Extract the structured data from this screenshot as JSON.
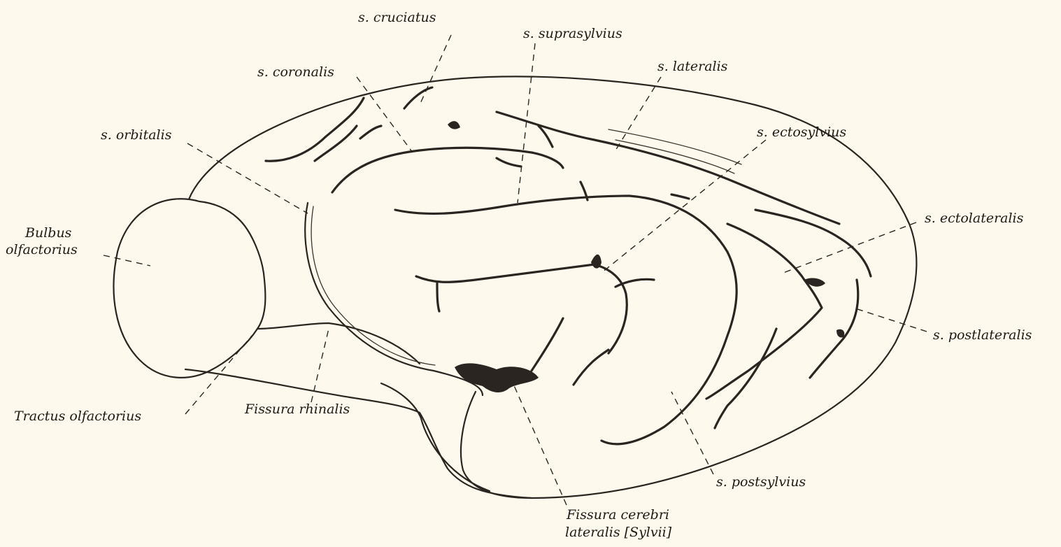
{
  "labels": {
    "cruciatus": "s. cruciatus",
    "suprasylvius": "s. suprasylvius",
    "coronalis": "s. coronalis",
    "lateralis": "s. lateralis",
    "orbitalis": "s. orbitalis",
    "ectosylvius": "s. ectosylvius",
    "bulbus_line1": "Bulbus",
    "bulbus_line2": "olfactorius",
    "ectolateralis": "s. ectolateralis",
    "postlateralis": "s. postlateralis",
    "tractus": "Tractus olfactorius",
    "rhinalis": "Fissura rhinalis",
    "postsylvius": "s. postsylvius",
    "sylvii_line1": "Fissura cerebri",
    "sylvii_line2": "lateralis [Sylvii]"
  },
  "colors": {
    "background": "#fdfaed",
    "ink": "#2a2520"
  }
}
